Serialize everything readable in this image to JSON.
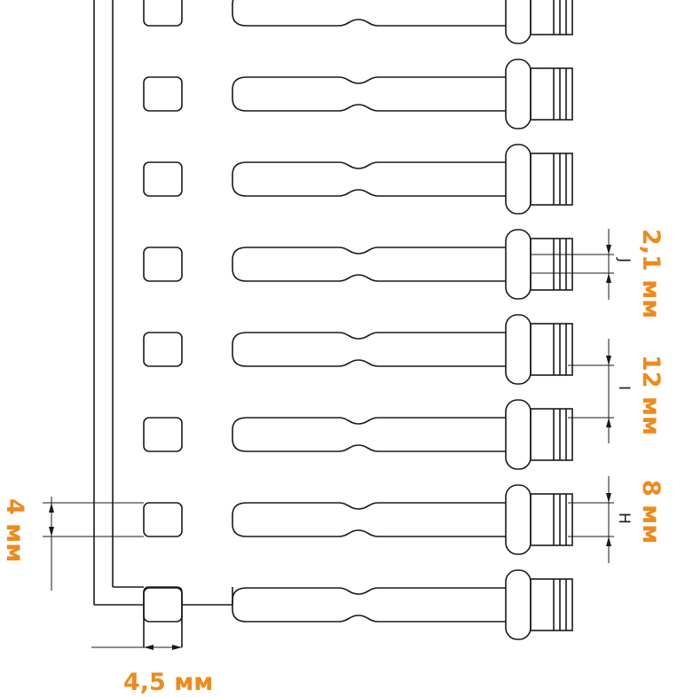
{
  "dimensions": {
    "left_height": "4 мм",
    "bottom_width": "4,5 мм",
    "gap_j": "2,1 мм",
    "pitch_i": "12 мм",
    "height_h": "8 мм"
  },
  "letters": {
    "j": "J",
    "i": "I",
    "h": "H"
  },
  "colors": {
    "dimension_text": "#ee8a1c",
    "line": "#1a1a1a",
    "background": "#ffffff"
  }
}
